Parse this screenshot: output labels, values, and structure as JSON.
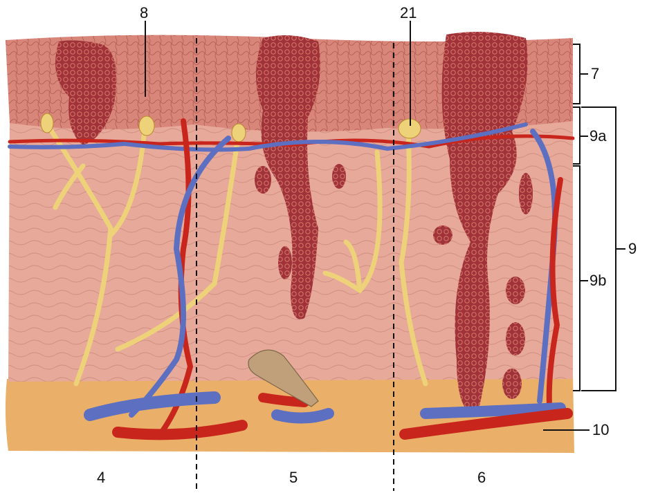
{
  "labels": {
    "top_left": "8",
    "top_right": "21",
    "right_epidermis": "7",
    "right_papillary": "9a",
    "right_reticular": "9b",
    "right_dermis": "9",
    "right_hypodermis": "10",
    "bottom_left": "4",
    "bottom_middle": "5",
    "bottom_right": "6"
  },
  "colors": {
    "epidermis": "#d9867a",
    "dermis": "#e7a99a",
    "hypodermis": "#eab06a",
    "lesion": "#a0323a",
    "artery": "#c8261d",
    "vein": "#5c6fc0",
    "nerve": "#eed27a"
  }
}
